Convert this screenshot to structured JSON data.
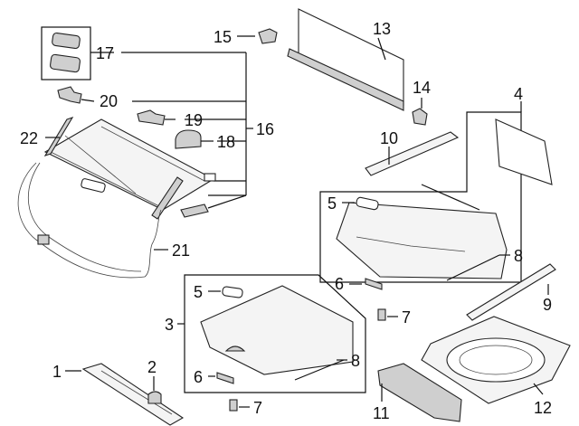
{
  "callouts": {
    "c1": "1",
    "c2": "2",
    "c3": "3",
    "c4": "4",
    "c5a": "5",
    "c5b": "5",
    "c6a": "6",
    "c6b": "6",
    "c7a": "7",
    "c7b": "7",
    "c8a": "8",
    "c8b": "8",
    "c9": "9",
    "c10": "10",
    "c11": "11",
    "c12": "12",
    "c13": "13",
    "c14": "14",
    "c15": "15",
    "c16": "16",
    "c17": "17",
    "c18": "18",
    "c19": "19",
    "c20": "20",
    "c21": "21",
    "c22": "22"
  },
  "colors": {
    "line": "#111111",
    "part_fill": "#f4f4f4",
    "part_dark": "#cfcfcf",
    "background": "#ffffff"
  }
}
